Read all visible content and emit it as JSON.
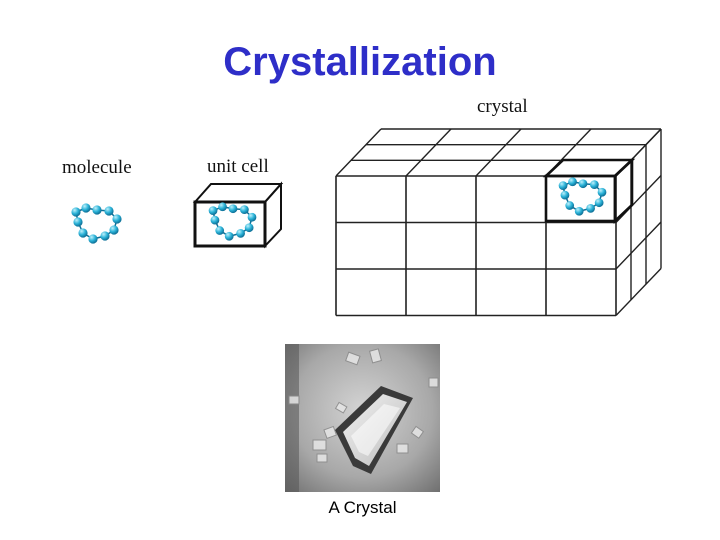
{
  "title": "Crystallization",
  "labels": {
    "molecule": "molecule",
    "unit_cell": "unit cell",
    "crystal": "crystal"
  },
  "photo": {
    "caption": "A Crystal"
  },
  "colors": {
    "title": "#2e2ec8",
    "atom": "#2bb3d8",
    "atom_highlight": "#bff0fb",
    "grid_line": "#111111"
  }
}
